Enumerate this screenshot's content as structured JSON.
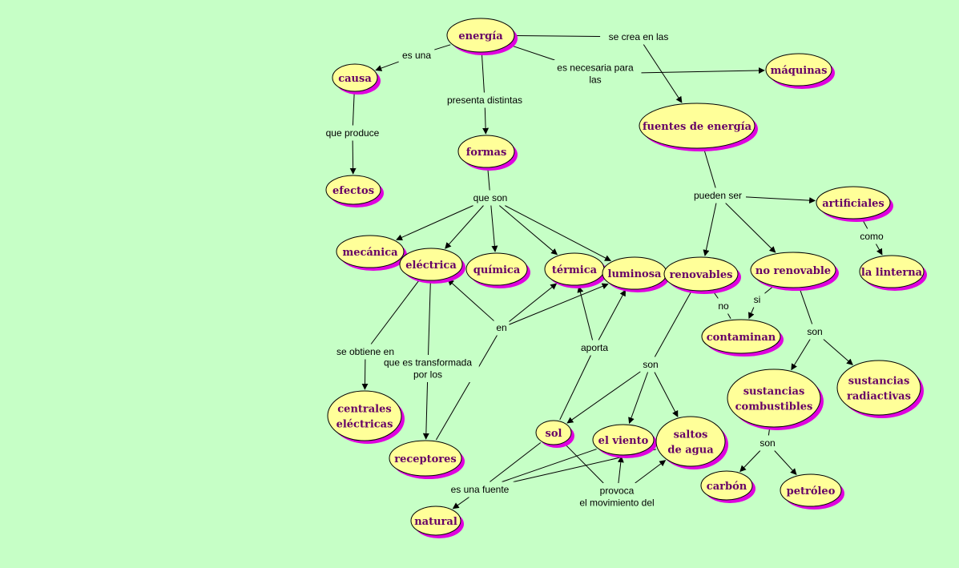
{
  "colors": {
    "background": "#c6ffc6",
    "node_fill": "#ffff99",
    "node_shadow": "#e000e0",
    "node_text": "#660066",
    "line": "#000000"
  },
  "concepts": {
    "energia": "energía",
    "causa": "causa",
    "efectos": "efectos",
    "formas": "formas",
    "maquinas": "máquinas",
    "fuentes": "fuentes de energía",
    "mecanica": "mecánica",
    "electrica": "eléctrica",
    "quimica": "química",
    "termica": "térmica",
    "luminosa": "luminosa",
    "renovables": "renovables",
    "no_renovable": "no renovable",
    "artificiales": "artificiales",
    "linterna": "la linterna",
    "contaminan": "contaminan",
    "centrales": [
      "centrales",
      "eléctricas"
    ],
    "receptores": "receptores",
    "sol": "sol",
    "viento": "el viento",
    "saltos": [
      "saltos",
      "de agua"
    ],
    "natural": "natural",
    "combustibles": [
      "sustancias",
      "combustibles"
    ],
    "radiactivas": [
      "sustancias",
      "radiactivas"
    ],
    "carbon": "carbón",
    "petroleo": "petróleo"
  },
  "links": {
    "es_una": "es una",
    "presenta": "presenta distintas",
    "se_crea": "se crea en las",
    "es_necesaria": [
      "es necesaria para",
      "las"
    ],
    "que_produce": "que produce",
    "que_son": "que son",
    "pueden_ser": "pueden ser",
    "como": "como",
    "no": "no",
    "si": "si",
    "son_renov": "son",
    "son_norenov": "son",
    "son_comb": "son",
    "se_obtiene": "se obtiene en",
    "transformada": [
      "que es transformada",
      "por los"
    ],
    "en": "en",
    "aporta": "aporta",
    "es_una_fuente": "es una fuente",
    "provoca": [
      "provoca",
      "el movimiento del"
    ]
  }
}
